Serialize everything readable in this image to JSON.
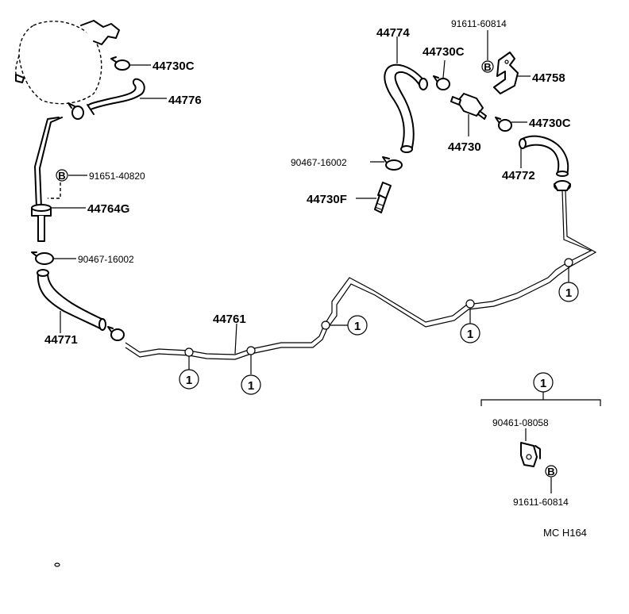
{
  "labels": {
    "p44730c_a": "44730C",
    "p44776": "44776",
    "p91651": "91651-40820",
    "p44764g": "44764G",
    "p90467_a": "90467-16002",
    "p44771": "44771",
    "p44761": "44761",
    "p44774": "44774",
    "p44730c_b": "44730C",
    "p91611_a": "91611-60814",
    "p44758": "44758",
    "p44730c_c": "44730C",
    "p44730": "44730",
    "p44772": "44772",
    "p90467_b": "90467-16002",
    "p44730f": "44730F",
    "p90461": "90461-08058",
    "p91611_b": "91611-60814",
    "footer_code": "MC  H164"
  },
  "callout_number": "1",
  "bolt_glyph": "B"
}
